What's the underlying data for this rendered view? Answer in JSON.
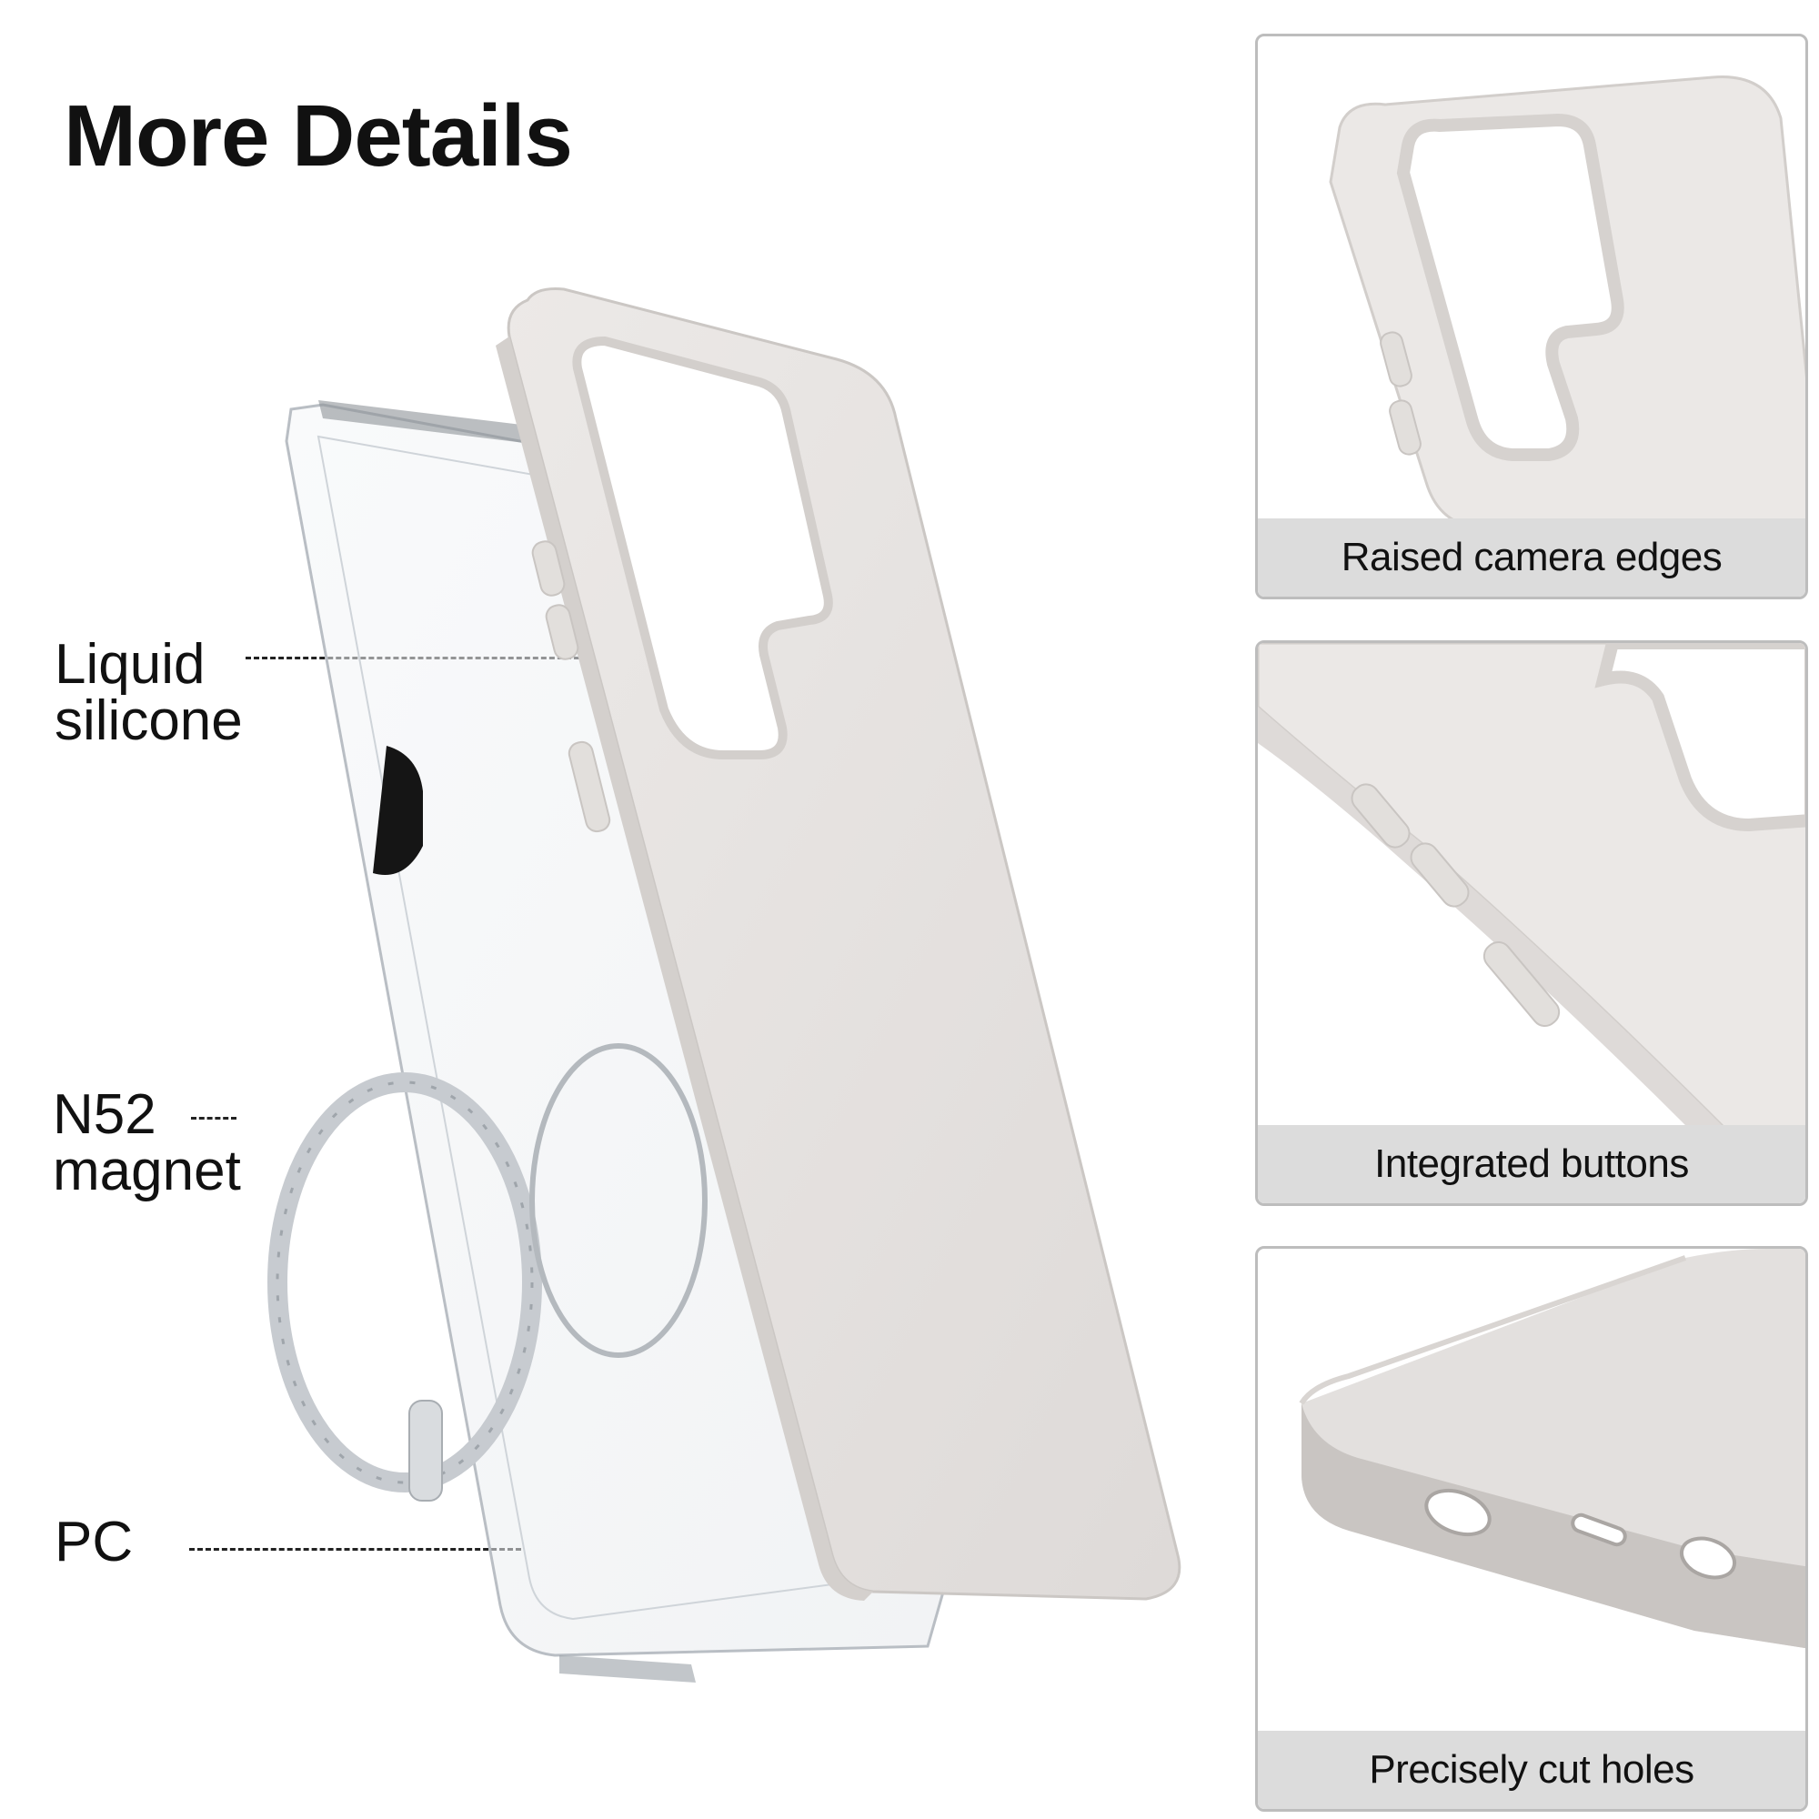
{
  "heading": "More Details",
  "callouts": [
    {
      "line1": "Liquid",
      "line2": "silicone"
    },
    {
      "line1": "N52",
      "line2": "magnet"
    },
    {
      "line1": "PC",
      "line2": ""
    }
  ],
  "panels": [
    {
      "caption": "Raised camera edges",
      "image": "camera-edge-closeup"
    },
    {
      "caption": "Integrated buttons",
      "image": "side-buttons-closeup"
    },
    {
      "caption": "Precisely cut holes",
      "image": "bottom-ports-closeup"
    }
  ],
  "colors": {
    "silicone": "#e6e3e1",
    "panel_border": "#bdbdbd",
    "caption_bar": "#dcdcdc"
  }
}
